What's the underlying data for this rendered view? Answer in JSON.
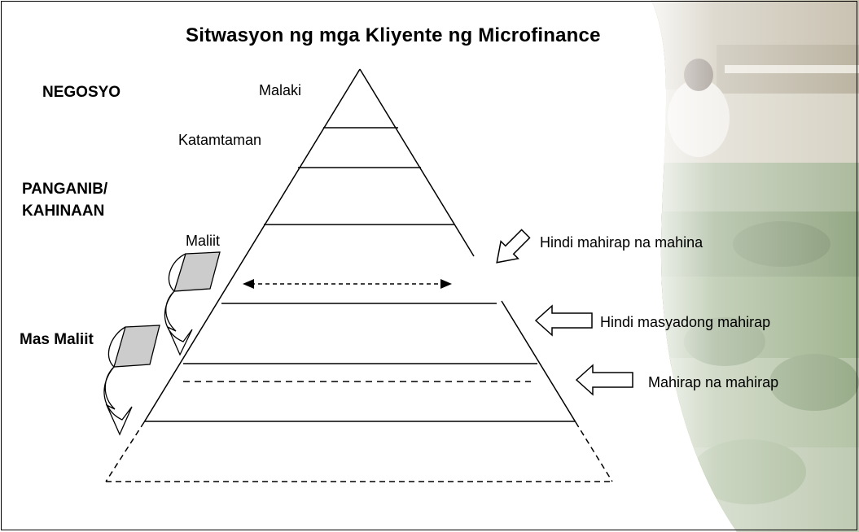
{
  "title": "Sitwasyon ng mga Kliyente ng Microfinance",
  "left_labels": {
    "negosyo": "NEGOSYO",
    "panganib_line1": "PANGANIB/",
    "panganib_line2": "KAHINAAN",
    "mas_maliit": "Mas Maliit"
  },
  "levels": {
    "malaki": "Malaki",
    "katamtaman": "Katamtaman",
    "maliit": "Maliit"
  },
  "callouts": {
    "hindi_mahirap_na_mahina": "Hindi mahirap na mahina",
    "hindi_masyadong_mahirap": "Hindi masyadong mahirap",
    "mahirap_na_mahirap": "Mahirap na mahirap"
  },
  "colors": {
    "line": "#000000",
    "arrow_fill": "#cccccc",
    "photo_green": "#6f8f5a",
    "photo_tan": "#b8a888"
  }
}
